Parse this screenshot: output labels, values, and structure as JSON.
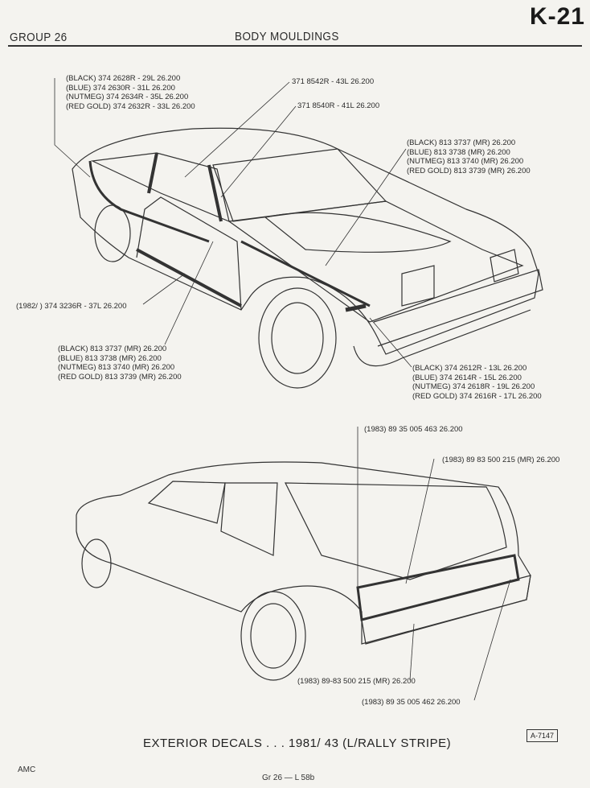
{
  "header": {
    "group": "GROUP 26",
    "title": "BODY MOULDINGS",
    "page_id": "K-21"
  },
  "upper_callouts": {
    "roof_drip": [
      "(BLACK) 374 2628R - 29L  26.200",
      "(BLUE) 374 2630R - 31L  26.200",
      "(NUTMEG) 374 2634R - 35L  26.200",
      "(RED GOLD) 374 2632R - 33L  26.200"
    ],
    "pillar_a": "371 8542R - 43L  26.200",
    "pillar_b": "371 8540R - 41L  26.200",
    "hood_stripe": [
      "(BLACK) 813 3737  (MR)  26.200",
      "(BLUE) 813 3738  (MR)  26.200",
      "(NUTMEG) 813 3740  (MR)  26.200",
      "(RED GOLD) 813 3739  (MR)  26.200"
    ],
    "rocker": "(1982/  ) 374 3236R - 37L  26.200",
    "door_stripe": [
      "(BLACK) 813 3737  (MR)  26.200",
      "(BLUE) 813 3738  (MR)  26.200",
      "(NUTMEG) 813 3740  (MR)  26.200",
      "(RED GOLD) 813 3739  (MR)  26.200"
    ],
    "fender": [
      "(BLACK) 374 2612R - 13L  26.200",
      "(BLUE) 374 2614R - 15L  26.200",
      "(NUTMEG) 374 2618R - 19L  26.200",
      "(RED GOLD) 374 2616R - 17L  26.200"
    ]
  },
  "lower_callouts": {
    "c1": "(1983) 89 35 005 463  26.200",
    "c2": "(1983) 89 83 500 215  (MR)  26.200",
    "c3": "(1983) 89-83 500 215 (MR)  26.200",
    "c4": "(1983) 89 35 005 462  26.200"
  },
  "caption": "EXTERIOR DECALS . . . 1981/ 43 (L/RALLY STRIPE)",
  "ref_code": "A-7147",
  "footer": {
    "left": "AMC",
    "center": "Gr 26  —  L 58b"
  }
}
